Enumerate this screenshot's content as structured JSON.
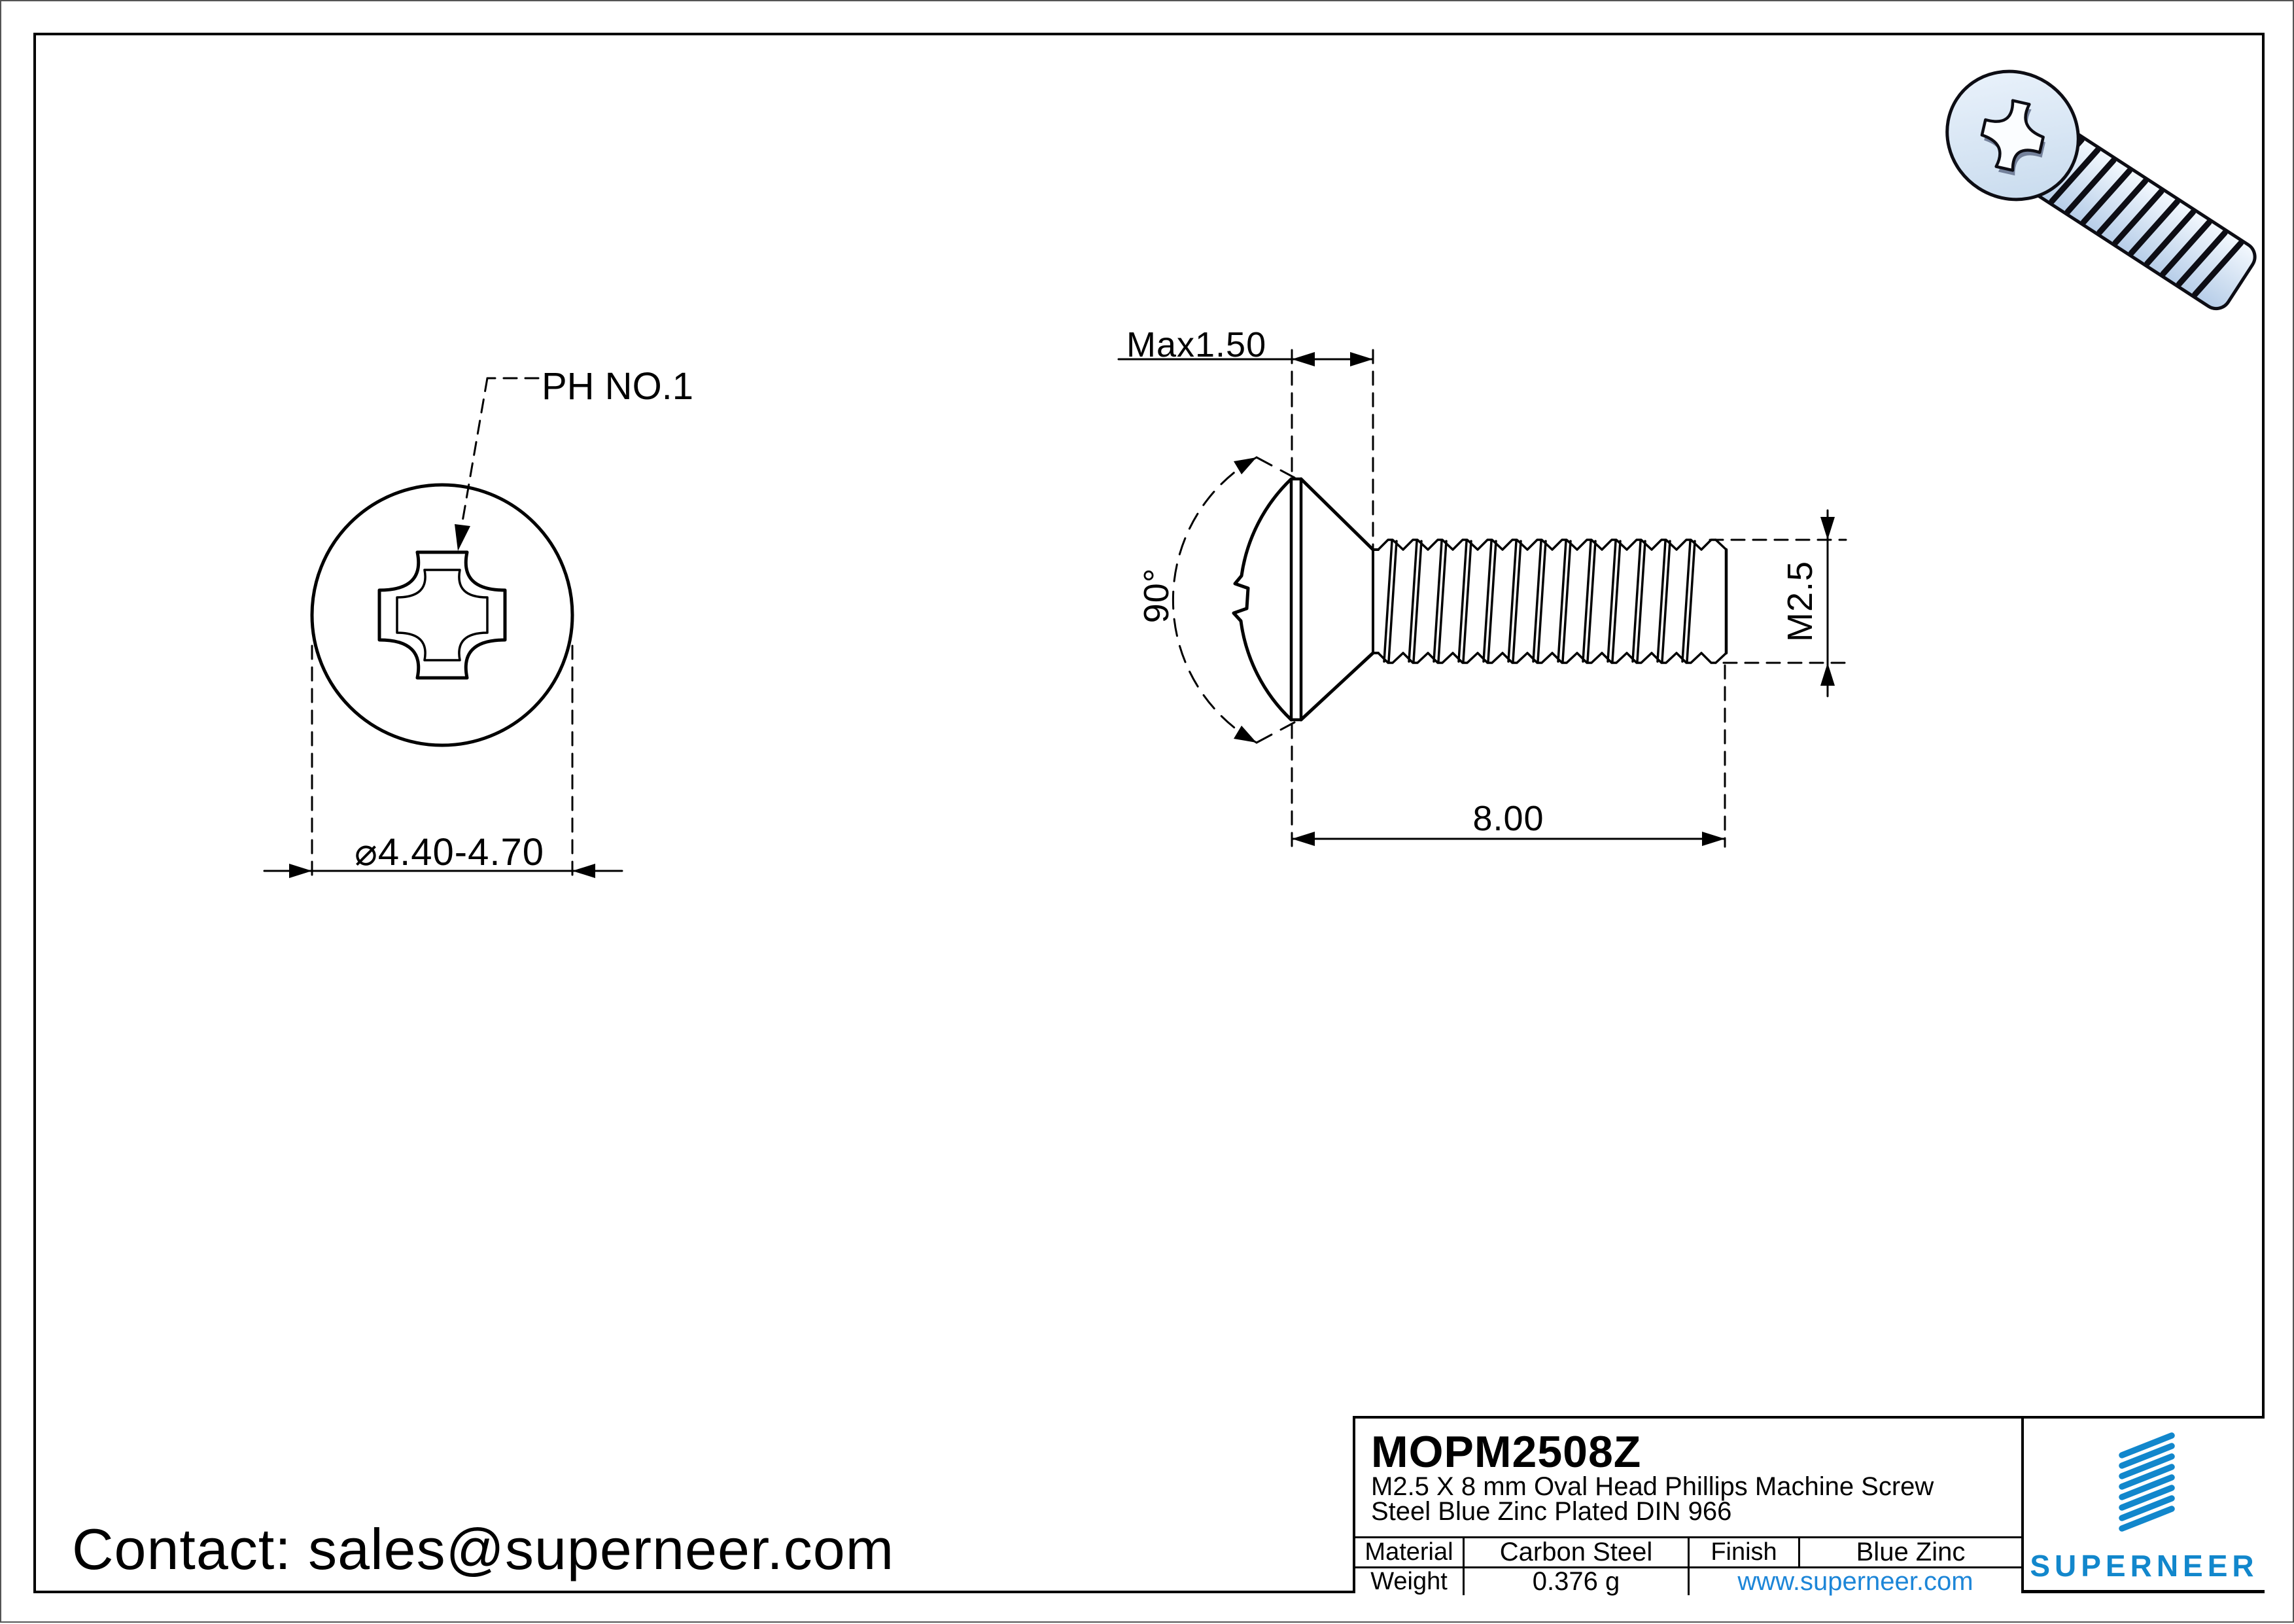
{
  "page": {
    "contact": "Contact: sales@superneer.com"
  },
  "front_view": {
    "drive_label": "PH NO.1",
    "head_diameter": "⌀4.40-4.70"
  },
  "side_view": {
    "head_height": "Max1.50",
    "countersink_angle": "90°",
    "thread_size": "M2.5",
    "thread_length": "8.00"
  },
  "title_block": {
    "part_number": "MOPM2508Z",
    "description_line1": "M2.5 X 8 mm  Oval Head Phillips Machine Screw",
    "description_line2": "Steel Blue Zinc Plated DIN 966",
    "material_label": "Material",
    "material_value": "Carbon Steel",
    "finish_label": "Finish",
    "finish_value": "Blue Zinc",
    "weight_label": "Weight",
    "weight_value": "0.376 g",
    "website": "www.superneer.com",
    "brand": "SUPERNEER"
  },
  "colors": {
    "accent_blue": "#1287cc",
    "link_blue": "#1d86d8",
    "line_black": "#000000"
  }
}
